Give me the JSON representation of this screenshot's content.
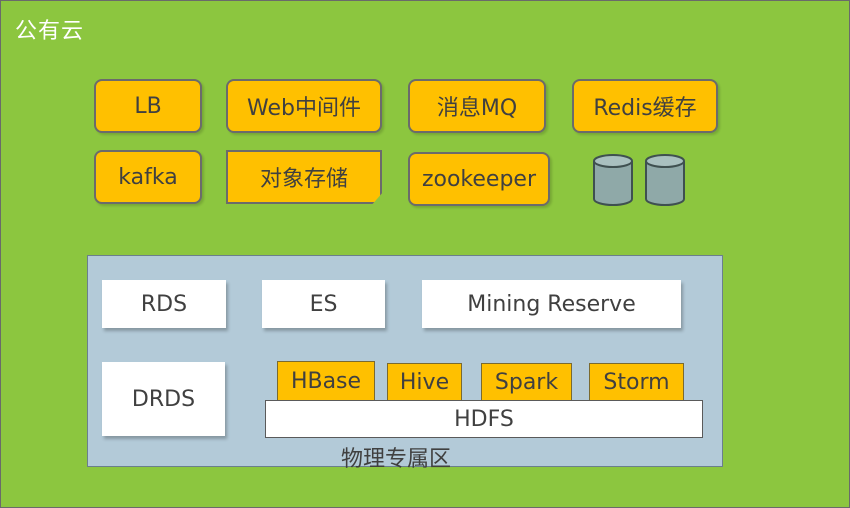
{
  "cloud": {
    "title": "公有云"
  },
  "services": {
    "lb": "LB",
    "web_middleware": "Web中间件",
    "mq": "消息MQ",
    "redis": "Redis缓存",
    "kafka": "kafka",
    "object_storage": "对象存储",
    "zookeeper": "zookeeper"
  },
  "icons": [
    "database-icon",
    "database-icon"
  ],
  "zone": {
    "label": "物理专属区",
    "rds": "RDS",
    "es": "ES",
    "mining_reserve": "Mining Reserve",
    "drds": "DRDS",
    "hbase": "HBase",
    "hive": "Hive",
    "spark": "Spark",
    "storm": "Storm",
    "hdfs": "HDFS"
  },
  "colors": {
    "background": "#8cc63f",
    "service_fill": "#ffc000",
    "zone_fill": "#b3cad8",
    "cylinder": "#8fa9a8"
  }
}
